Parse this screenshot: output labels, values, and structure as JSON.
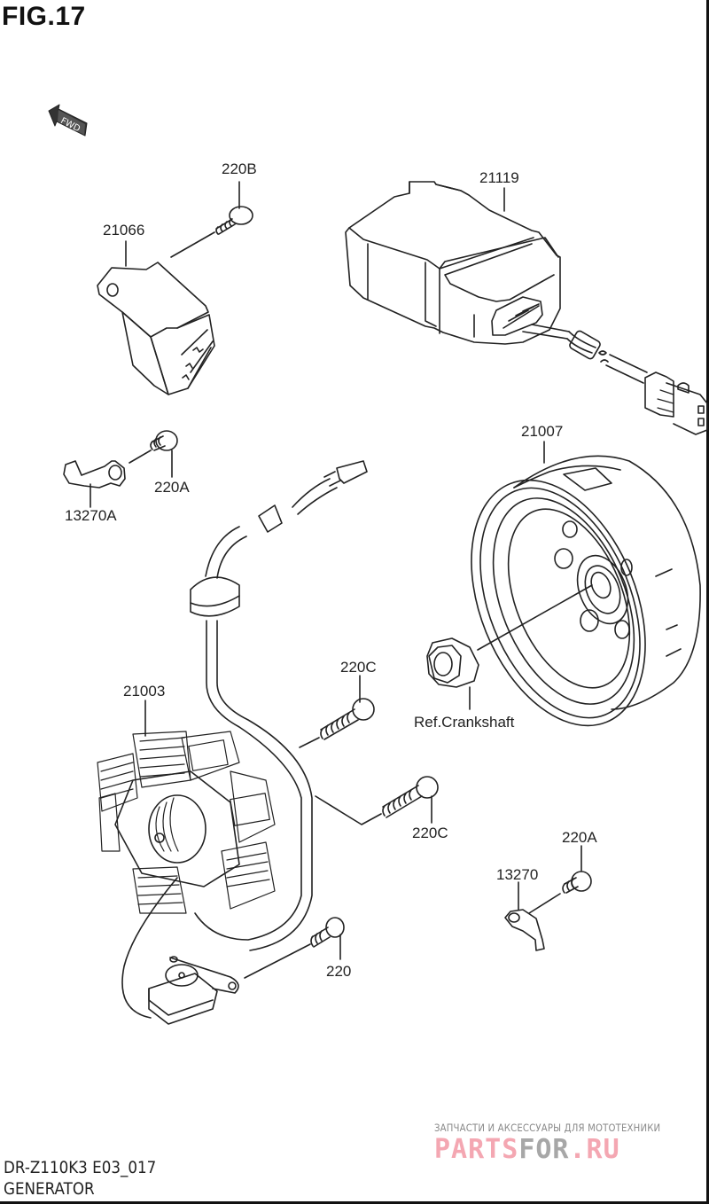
{
  "figure": {
    "title": "FIG.17",
    "model_code": "DR-Z110K3 E03_017",
    "section_name": "GENERATOR",
    "direction_badge": "FWD"
  },
  "parts": [
    {
      "id": "220B",
      "name": "screw"
    },
    {
      "id": "21066",
      "name": "regulator/relay unit"
    },
    {
      "id": "21119",
      "name": "CDI unit"
    },
    {
      "id": "13270A",
      "name": "clamp"
    },
    {
      "id": "220A",
      "name": "screw"
    },
    {
      "id": "21007",
      "name": "flywheel rotor"
    },
    {
      "id": "Ref.Crankshaft",
      "name": "rotor nut"
    },
    {
      "id": "220C",
      "name": "screw"
    },
    {
      "id": "21003",
      "name": "stator"
    },
    {
      "id": "220C",
      "name": "screw"
    },
    {
      "id": "13270",
      "name": "clamp"
    },
    {
      "id": "220A",
      "name": "screw"
    },
    {
      "id": "220",
      "name": "screw"
    }
  ],
  "labels": {
    "p220b": "220B",
    "p21066": "21066",
    "p21119": "21119",
    "p13270a": "13270A",
    "p220a_top": "220A",
    "p21007": "21007",
    "ref_crankshaft": "Ref.Crankshaft",
    "p220c_top": "220C",
    "p21003": "21003",
    "p220c_mid": "220C",
    "p13270": "13270",
    "p220a_bottom": "220A",
    "p220": "220"
  },
  "watermark": {
    "tagline": "ЗАПЧАСТИ И АКСЕССУАРЫ ДЛЯ МОТОТЕХНИКИ",
    "logo_part1": "PARTS",
    "logo_part2": "FOR",
    "logo_part3": ".RU",
    "colors": {
      "pink": "#f4a7b2",
      "grey": "#a7a7a7"
    }
  }
}
